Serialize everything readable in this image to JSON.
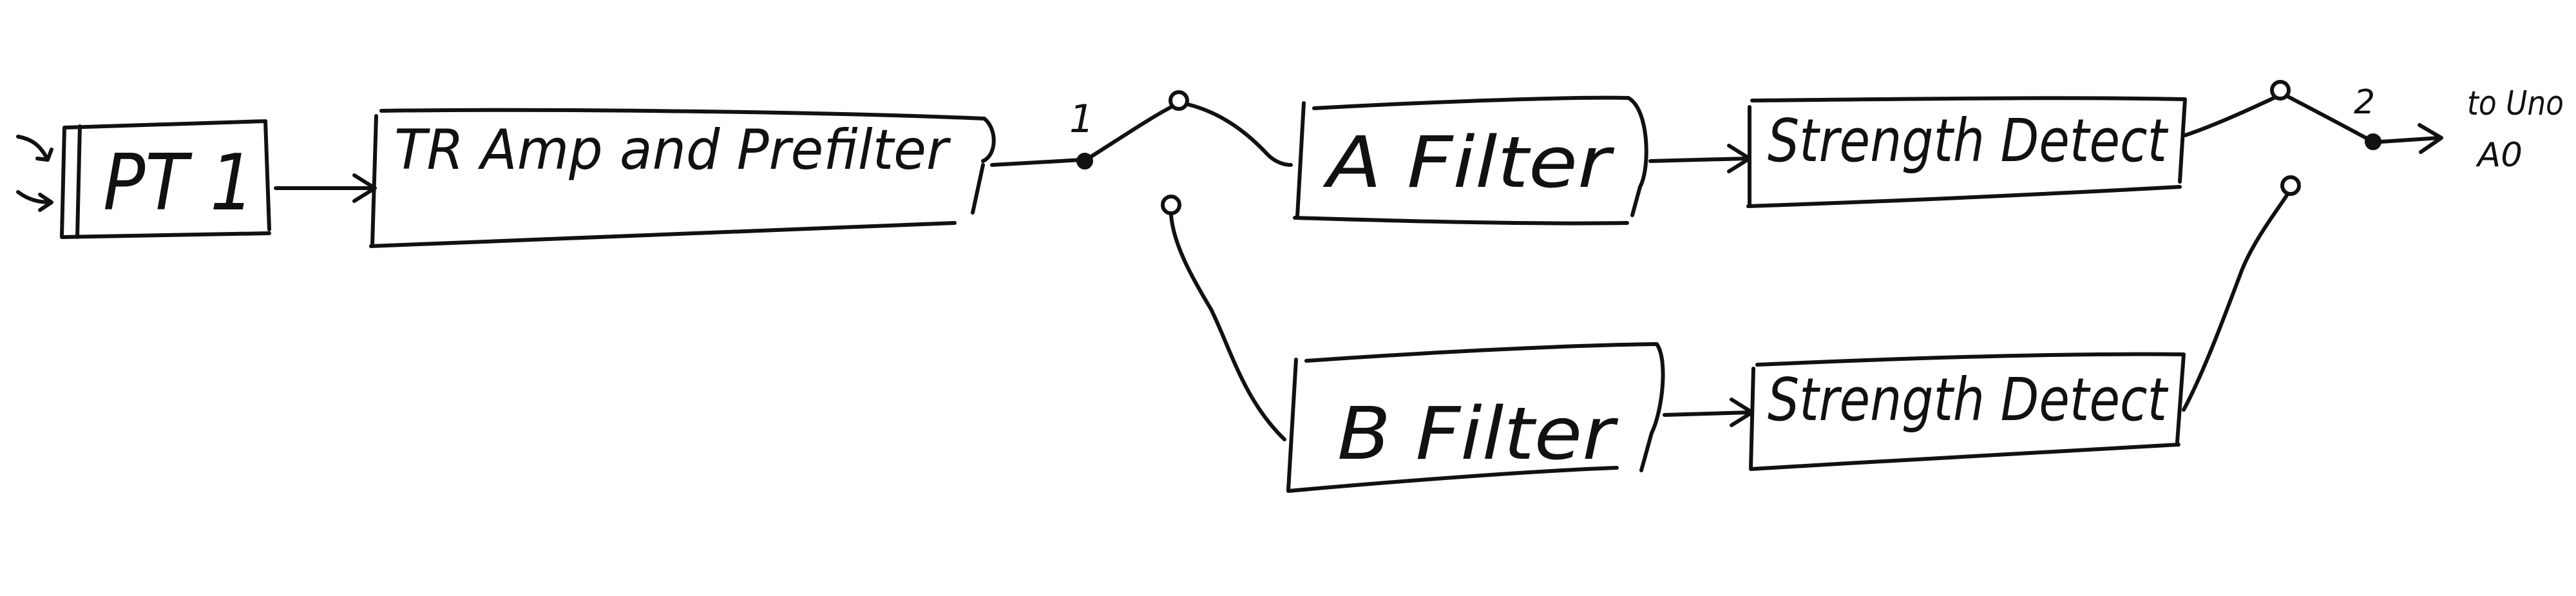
{
  "blocks": {
    "pt1": "PT 1",
    "amp": "TR Amp and Prefilter",
    "filter_a": "A Filter",
    "filter_b": "B Filter",
    "detect_a": "Strength Detect",
    "detect_b": "Strength Detect"
  },
  "switches": {
    "switch1_label": "1",
    "switch2_label": "2"
  },
  "output": {
    "line1": "to Uno",
    "line2": "A0"
  }
}
